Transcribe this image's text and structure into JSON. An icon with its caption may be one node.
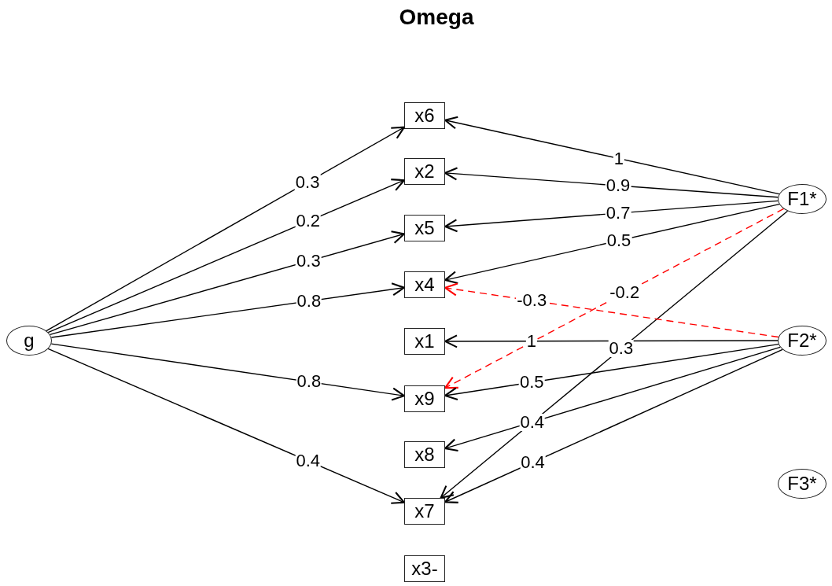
{
  "diagram": {
    "title": "Omega",
    "nodes": [
      {
        "text": [
          "g"
        ]
      },
      {
        "text": [
          "x6"
        ]
      },
      {
        "text": [
          "x2"
        ]
      },
      {
        "text": [
          "x5"
        ]
      },
      {
        "text": [
          "x4"
        ]
      },
      {
        "text": [
          "x1"
        ]
      },
      {
        "text": [
          "x9"
        ]
      },
      {
        "text": [
          "x8"
        ]
      },
      {
        "text": [
          "x7"
        ]
      },
      {
        "text": [
          "x3-"
        ]
      },
      {
        "text": [
          "F1*"
        ]
      },
      {
        "text": [
          "F2*"
        ]
      },
      {
        "text": [
          "F3*"
        ]
      }
    ],
    "edges": [
      {
        "from": 0,
        "to": 1,
        "arrow": "to",
        "label": "0.3"
      },
      {
        "from": 0,
        "to": 2,
        "arrow": "to",
        "label": "0.2"
      },
      {
        "from": 0,
        "to": 3,
        "arrow": "to",
        "label": "0.3"
      },
      {
        "from": 0,
        "to": 4,
        "arrow": "to",
        "label": "0.8"
      },
      {
        "from": 0,
        "to": 6,
        "arrow": "to",
        "label": "0.8"
      },
      {
        "from": 0,
        "to": 8,
        "arrow": "to",
        "label": "0.4"
      },
      {
        "from": 10,
        "to": 1,
        "arrow": "to",
        "label": "1"
      },
      {
        "from": 10,
        "to": 2,
        "arrow": "to",
        "label": "0.9"
      },
      {
        "from": 10,
        "to": 3,
        "arrow": "to",
        "label": "0.7"
      },
      {
        "from": 10,
        "to": 4,
        "arrow": "to",
        "label": "0.5"
      },
      {
        "from": 10,
        "to": 6,
        "arrow": "to",
        "label": "-0.2",
        "style": "dashed",
        "color": "#ff0000"
      },
      {
        "from": 10,
        "to": 8,
        "arrow": "to",
        "label": "0.3"
      },
      {
        "from": 11,
        "to": 4,
        "arrow": "to",
        "label": "-0.3",
        "style": "dashed",
        "color": "#ff0000"
      },
      {
        "from": 11,
        "to": 5,
        "arrow": "to",
        "label": "1"
      },
      {
        "from": 11,
        "to": 6,
        "arrow": "to",
        "label": "0.5"
      },
      {
        "from": 11,
        "to": 7,
        "arrow": "to",
        "label": "0.4"
      },
      {
        "from": 11,
        "to": 8,
        "arrow": "to",
        "label": "0.4"
      }
    ]
  }
}
